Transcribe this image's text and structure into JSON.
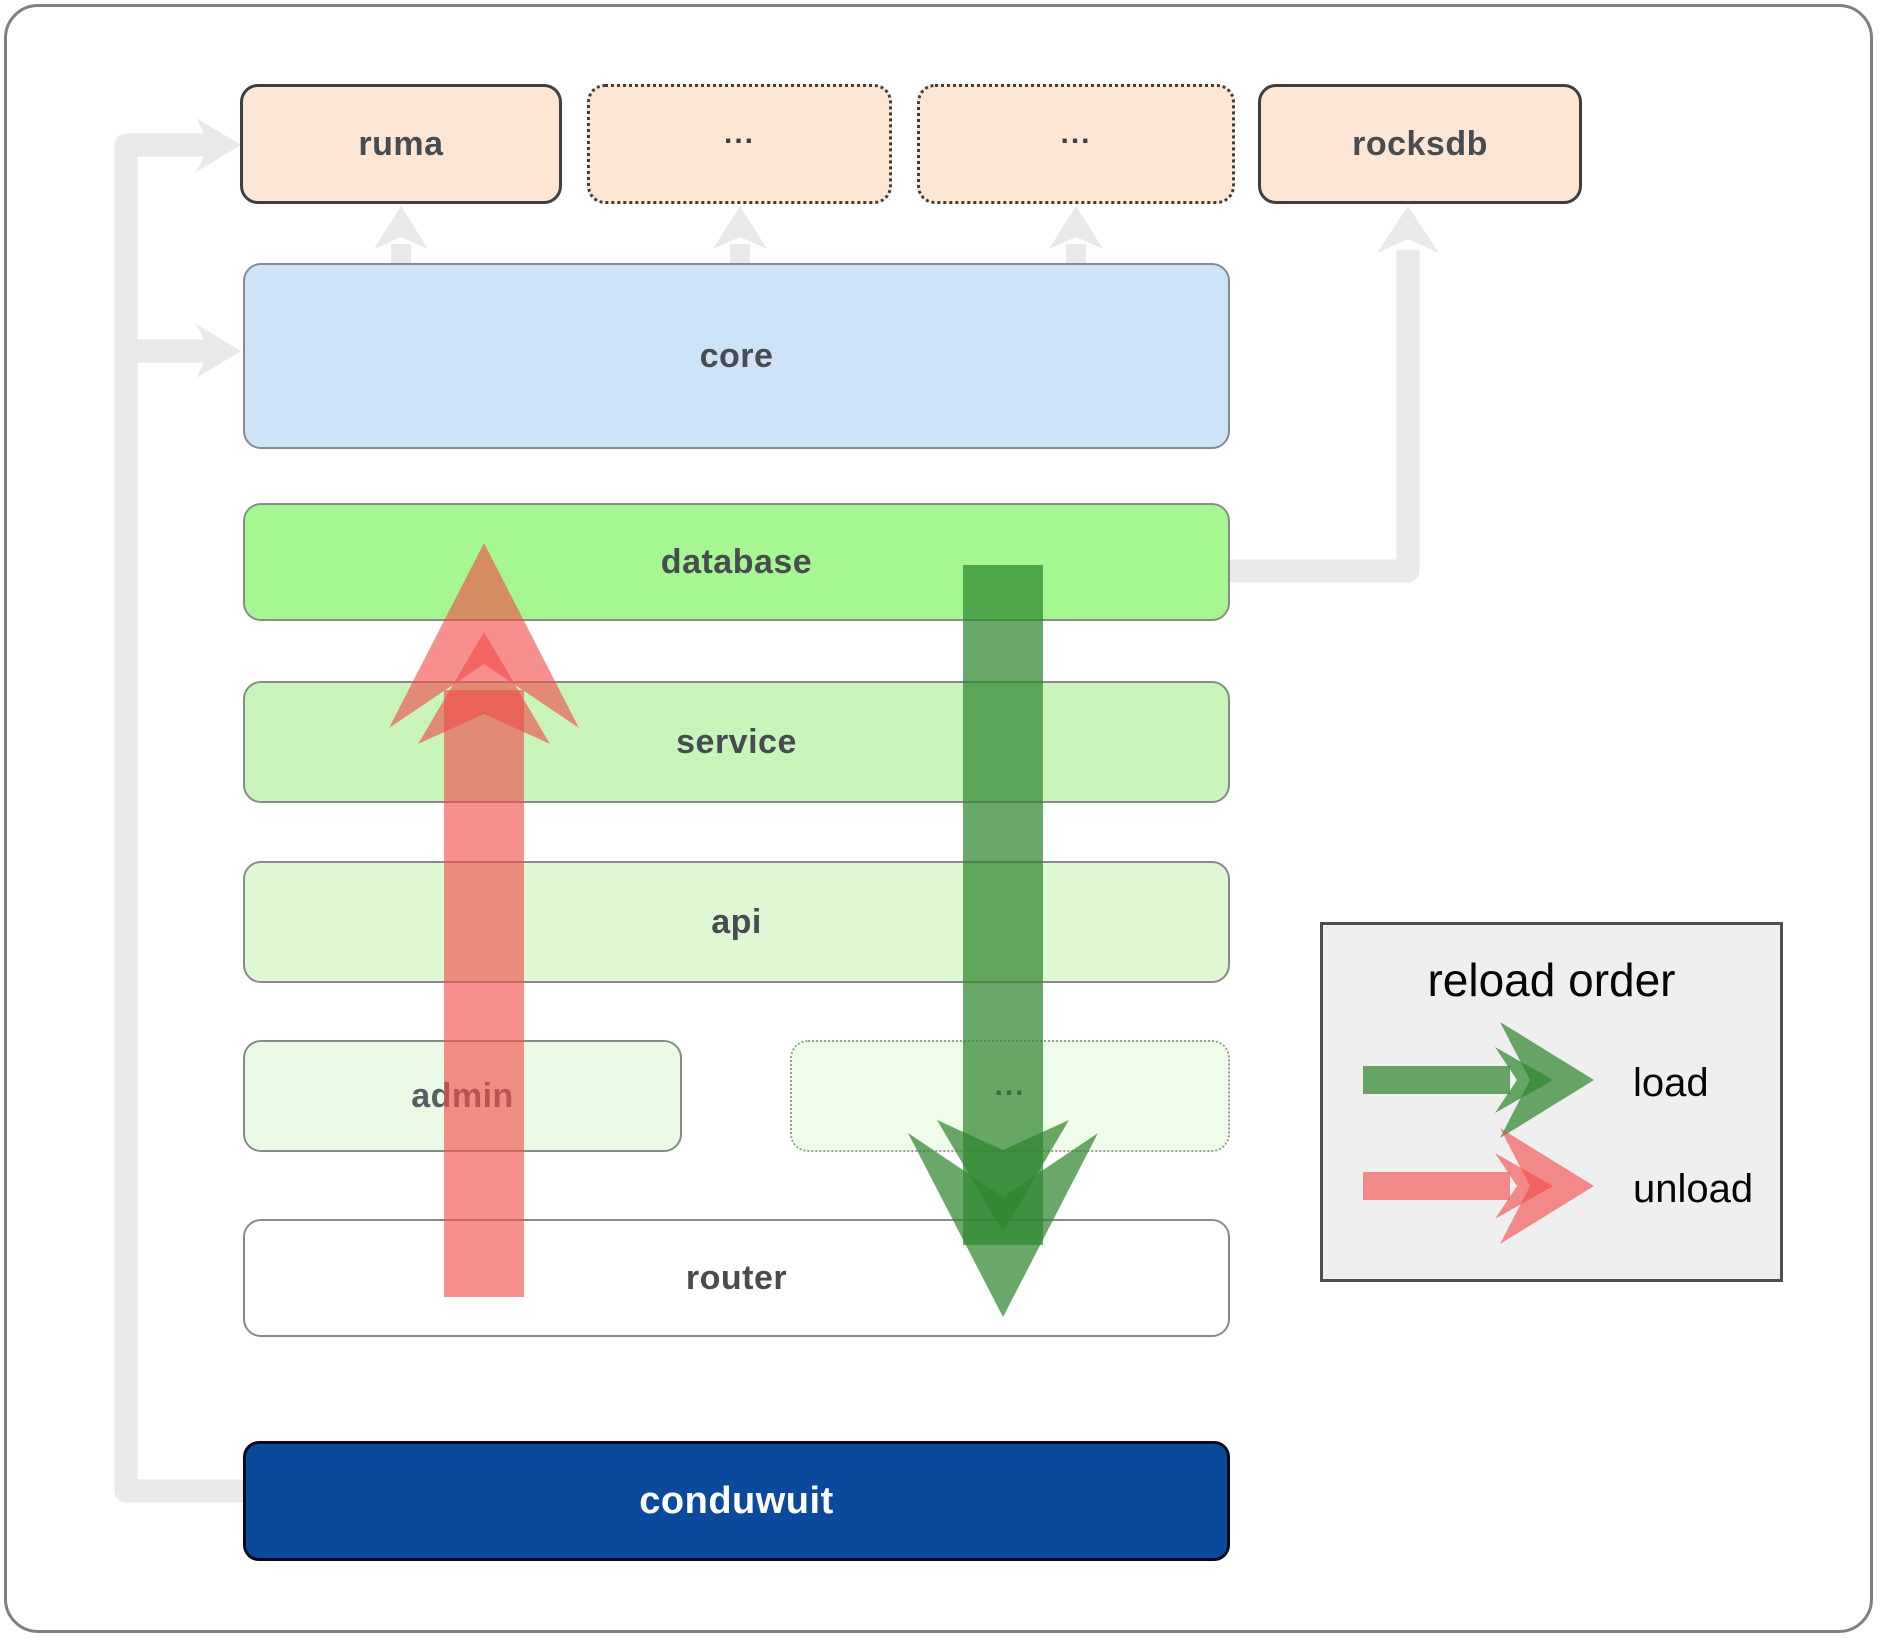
{
  "top_row": {
    "ruma": "ruma",
    "ellipsis_a": "...",
    "ellipsis_b": "...",
    "rocksdb": "rocksdb"
  },
  "stack": {
    "core": "core",
    "database": "database",
    "service": "service",
    "api": "api",
    "admin": "admin",
    "ellipsis": "...",
    "router": "router",
    "conduwuit": "conduwuit"
  },
  "legend": {
    "title": "reload order",
    "load": "load",
    "unload": "unload"
  },
  "colors": {
    "crate_peach": "#fde6d4",
    "crate_border": "#3f3f3f",
    "core_blue": "#cfe3f8",
    "database_green": "#a6f792",
    "service_green": "#c9f5bb",
    "api_green": "#def8d4",
    "admin_green": "#ebfae5",
    "ellipsis_green": "#effce9",
    "router_white": "#ffffff",
    "conduwuit_navy": "#0b499c",
    "load_arrow_green": "#2f862f",
    "unload_arrow_red": "#f14d4a",
    "connector_gray": "#e9e9e9",
    "legend_bg": "#efefef"
  }
}
